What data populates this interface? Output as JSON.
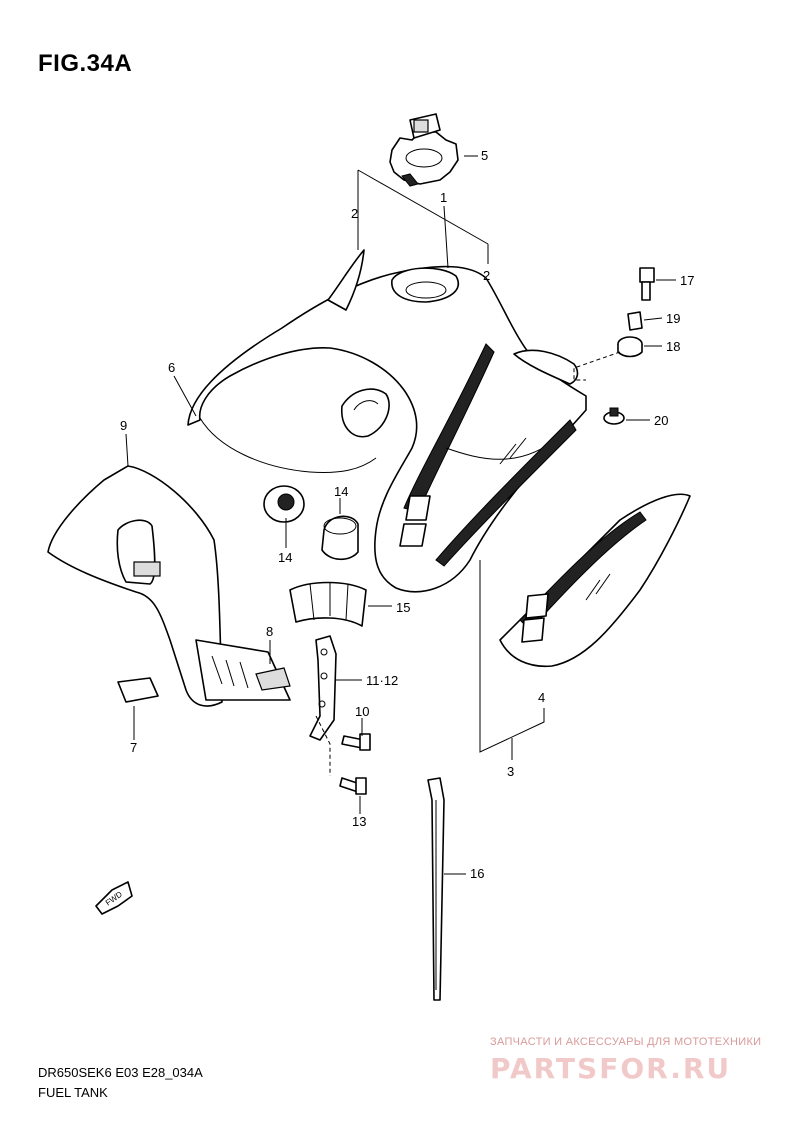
{
  "title": "FIG.34A",
  "footer": {
    "code": "DR650SEK6 E03 E28_034A",
    "name": "FUEL TANK"
  },
  "watermark": {
    "tagline": "ЗАПЧАСТИ И АКСЕССУАРЫ ДЛЯ МОТОТЕХНИКИ",
    "site": "PARTSFOR.RU"
  },
  "fwd_label": "FWD",
  "callouts": {
    "c1": "1",
    "c2a": "2",
    "c2b": "2",
    "c3": "3",
    "c4": "4",
    "c5": "5",
    "c6": "6",
    "c7": "7",
    "c8": "8",
    "c9": "9",
    "c10": "10",
    "c11_12": "11·12",
    "c13": "13",
    "c14a": "14",
    "c14b": "14",
    "c15": "15",
    "c16": "16",
    "c17": "17",
    "c18": "18",
    "c19": "19",
    "c20": "20"
  }
}
